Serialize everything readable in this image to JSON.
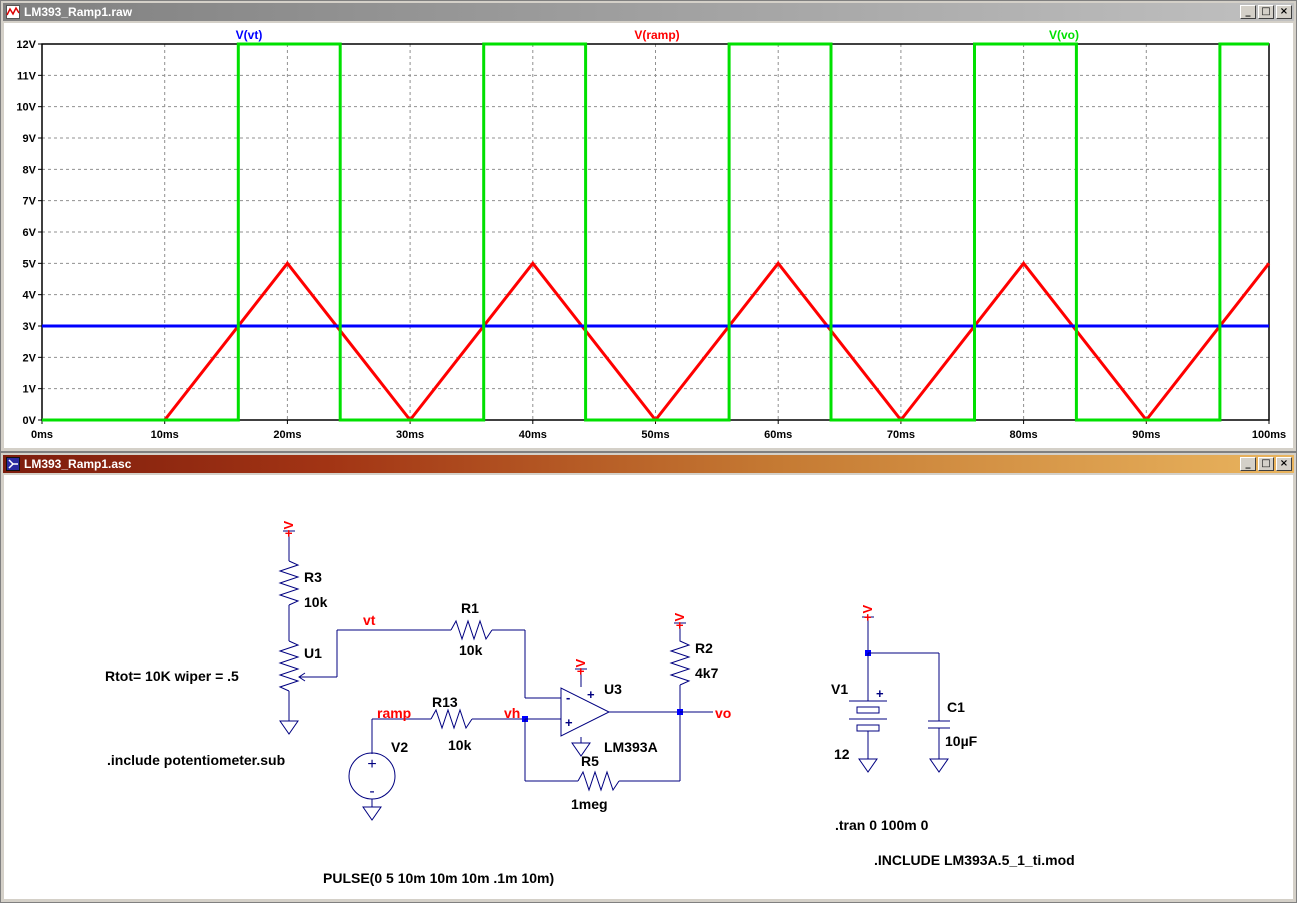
{
  "waveform_window": {
    "title": "LM393_Ramp1.raw",
    "buttons": {
      "minimize": "_",
      "maximize": "□",
      "close": "×"
    }
  },
  "schematic_window": {
    "title": "LM393_Ramp1.asc",
    "buttons": {
      "minimize": "_",
      "maximize": "□",
      "close": "×"
    }
  },
  "colors": {
    "vt": "#0000ff",
    "ramp": "#ff0000",
    "vo": "#00e000",
    "node_label": "#ff0000",
    "wire": "#000080"
  },
  "chart_data": {
    "type": "line",
    "title": "",
    "xlabel": "",
    "ylabel": "",
    "xlim": [
      0,
      100
    ],
    "ylim": [
      0,
      12
    ],
    "x_ticks": [
      "0ms",
      "10ms",
      "20ms",
      "30ms",
      "40ms",
      "50ms",
      "60ms",
      "70ms",
      "80ms",
      "90ms",
      "100ms"
    ],
    "y_ticks": [
      "0V",
      "1V",
      "2V",
      "3V",
      "4V",
      "5V",
      "6V",
      "7V",
      "8V",
      "9V",
      "10V",
      "11V",
      "12V"
    ],
    "grid": true,
    "legend_placement": "top",
    "series": [
      {
        "name": "V(vt)",
        "color": "#0000ff",
        "x": [
          0,
          100
        ],
        "y": [
          3,
          3
        ]
      },
      {
        "name": "V(ramp)",
        "color": "#ff0000",
        "x": [
          0,
          10,
          20,
          30,
          40,
          50,
          60,
          70,
          80,
          90,
          100
        ],
        "y": [
          0,
          0,
          5,
          0,
          5,
          0,
          5,
          0,
          5,
          0,
          5
        ]
      },
      {
        "name": "V(vo)",
        "color": "#00e000",
        "x": [
          0,
          16,
          16,
          24.3,
          24.3,
          36,
          36,
          44.3,
          44.3,
          56,
          56,
          64.3,
          64.3,
          76,
          76,
          84.3,
          84.3,
          96,
          96,
          100
        ],
        "y": [
          0,
          0,
          12,
          12,
          0,
          0,
          12,
          12,
          0,
          0,
          12,
          12,
          0,
          0,
          12,
          12,
          0,
          0,
          12,
          12
        ]
      }
    ]
  },
  "schematic": {
    "supply_label": "+V",
    "r3": {
      "ref": "R3",
      "value": "10k"
    },
    "u1": {
      "ref": "U1",
      "param": "Rtot= 10K wiper = .5"
    },
    "include_pot": ".include potentiometer.sub",
    "net_vt": "vt",
    "r1": {
      "ref": "R1",
      "value": "10k"
    },
    "net_ramp": "ramp",
    "r13": {
      "ref": "R13",
      "value": "10k"
    },
    "net_vh": "vh",
    "v2": {
      "ref": "V2",
      "value": "PULSE(0 5 10m 10m 10m .1m 10m)"
    },
    "u3": {
      "ref": "U3",
      "model": "LM393A"
    },
    "r5": {
      "ref": "R5",
      "value": "1meg"
    },
    "r2": {
      "ref": "R2",
      "value": "4k7"
    },
    "net_vo": "vo",
    "v1": {
      "ref": "V1",
      "value": "12"
    },
    "c1": {
      "ref": "C1",
      "value": "10µF"
    },
    "plus_sign": "+",
    "minus_sign": "-",
    "tran": ".tran 0 100m 0",
    "include_model": ".INCLUDE LM393A.5_1_ti.mod"
  }
}
